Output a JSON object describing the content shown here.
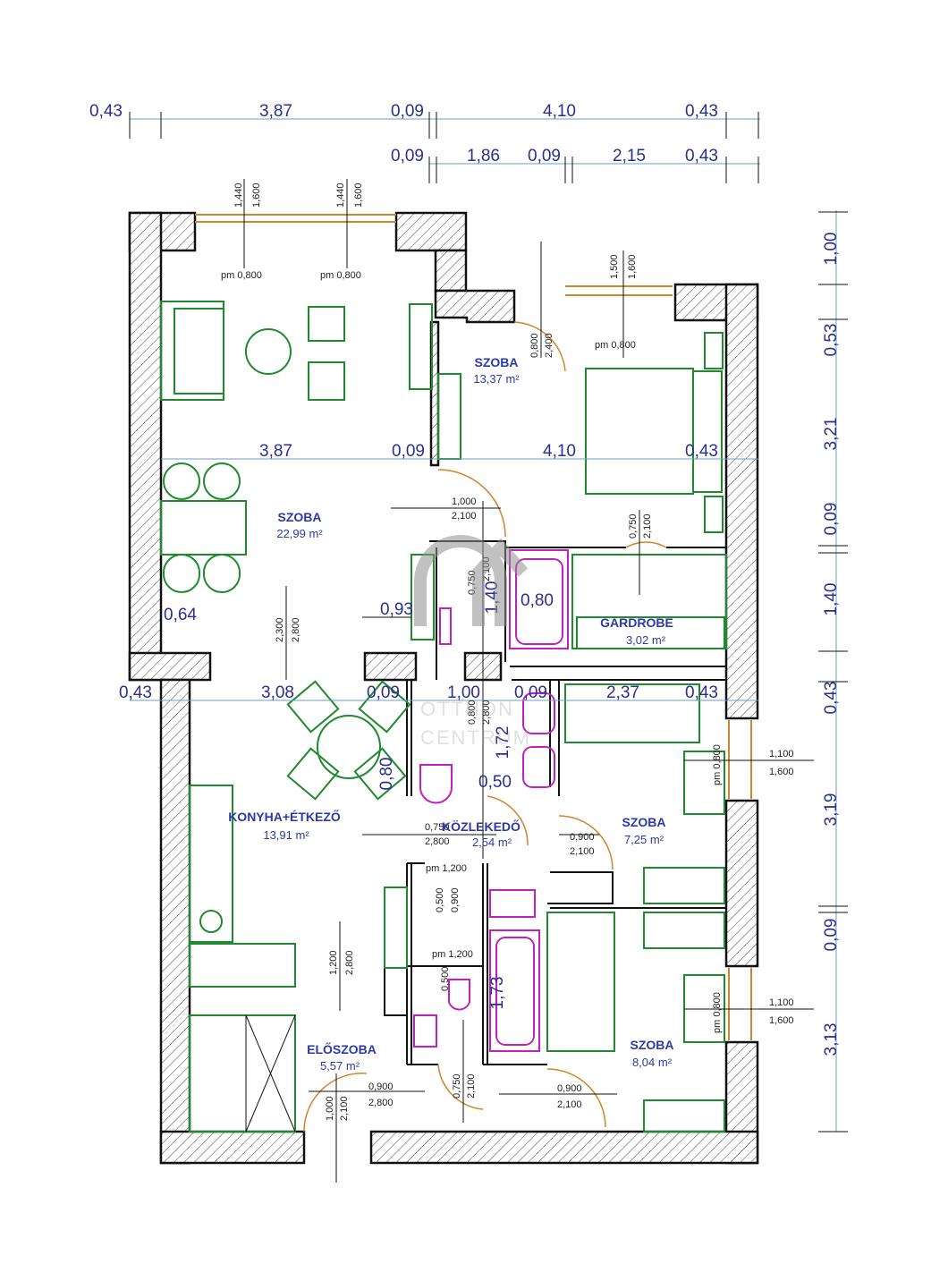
{
  "dims_top_row1": [
    "0,43",
    "3,87",
    "0,09",
    "4,10",
    "0,43"
  ],
  "dims_top_row2": [
    "0,09",
    "1,86",
    "0,09",
    "2,15",
    "0,43"
  ],
  "dims_right": [
    "1,00",
    "0,53",
    "3,21",
    "0,09",
    "1,40",
    "0,43",
    "3,19",
    "0,09",
    "3,13"
  ],
  "dims_inner": {
    "row1": [
      "3,87",
      "0,09",
      "4,10",
      "0,43"
    ],
    "row2": [
      "0,43",
      "3,08",
      "0,09",
      "1,00",
      "0,09",
      "2,37",
      "0,43"
    ],
    "misc": [
      "0,64",
      "0,93",
      "1,40",
      "0,80",
      "1,72",
      "0,80",
      "0,50",
      "1,73"
    ]
  },
  "rooms": [
    {
      "name": "SZOBA",
      "area": "22,99 m²"
    },
    {
      "name": "SZOBA",
      "area": "13,37 m²"
    },
    {
      "name": "GARDROBE",
      "area": "3,02 m²"
    },
    {
      "name": "KONYHA+ÉTKEZŐ",
      "area": "13,91 m²"
    },
    {
      "name": "KÖZLEKEDŐ",
      "area": "2,54 m²"
    },
    {
      "name": "SZOBA",
      "area": "7,25 m²"
    },
    {
      "name": "SZOBA",
      "area": "8,04 m²"
    },
    {
      "name": "ELŐSZOBA",
      "area": "5,57 m²"
    }
  ],
  "annotations": {
    "win1_a": "1,440",
    "win1_b": "1,600",
    "win2_a": "1,440",
    "win2_b": "1,600",
    "win3_a": "1,500",
    "win3_b": "1,600",
    "pm1": "pm 0,800",
    "pm2": "pm 0,800",
    "pm3": "pm 0,800",
    "d1_a": "0,800",
    "d1_b": "2,400",
    "d2_a": "1,000",
    "d2_b": "2,100",
    "d3_a": "0,750",
    "d3_b": "2,100",
    "d4_a": "0,750",
    "d4_b": "2,100",
    "h1_a": "2,300",
    "h1_b": "2,800",
    "d5_a": "0,800",
    "d5_b": "2,800",
    "w4_a": "1,100",
    "w4_b": "1,600",
    "w4_pm": "pm 0,800",
    "d6_a": "0,750",
    "d6_b": "2,800",
    "d7_a": "0,900",
    "d7_b": "2,100",
    "pm4": "pm 1,200",
    "d8_a": "0,500",
    "d8_b": "0,900",
    "pm5": "pm 1,200",
    "d9": "0,500",
    "h2_a": "1,200",
    "h2_b": "2,800",
    "w5_a": "1,100",
    "w5_b": "1,600",
    "w5_pm": "pm 0,800",
    "d10_a": "0,900",
    "d10_b": "2,800",
    "d11_a": "0,750",
    "d11_b": "2,100",
    "d12_a": "0,900",
    "d12_b": "2,100",
    "d13_a": "1,000",
    "d13_b": "2,100"
  },
  "watermark": {
    "line1": "OTTHON",
    "line2": "CENTRUM"
  },
  "colors": {
    "dimension": "#2a2f8f",
    "furniture": "#1f8a2e",
    "sanitary": "#c021c0",
    "door": "#d1852a",
    "room_label": "#2b3aa8"
  }
}
